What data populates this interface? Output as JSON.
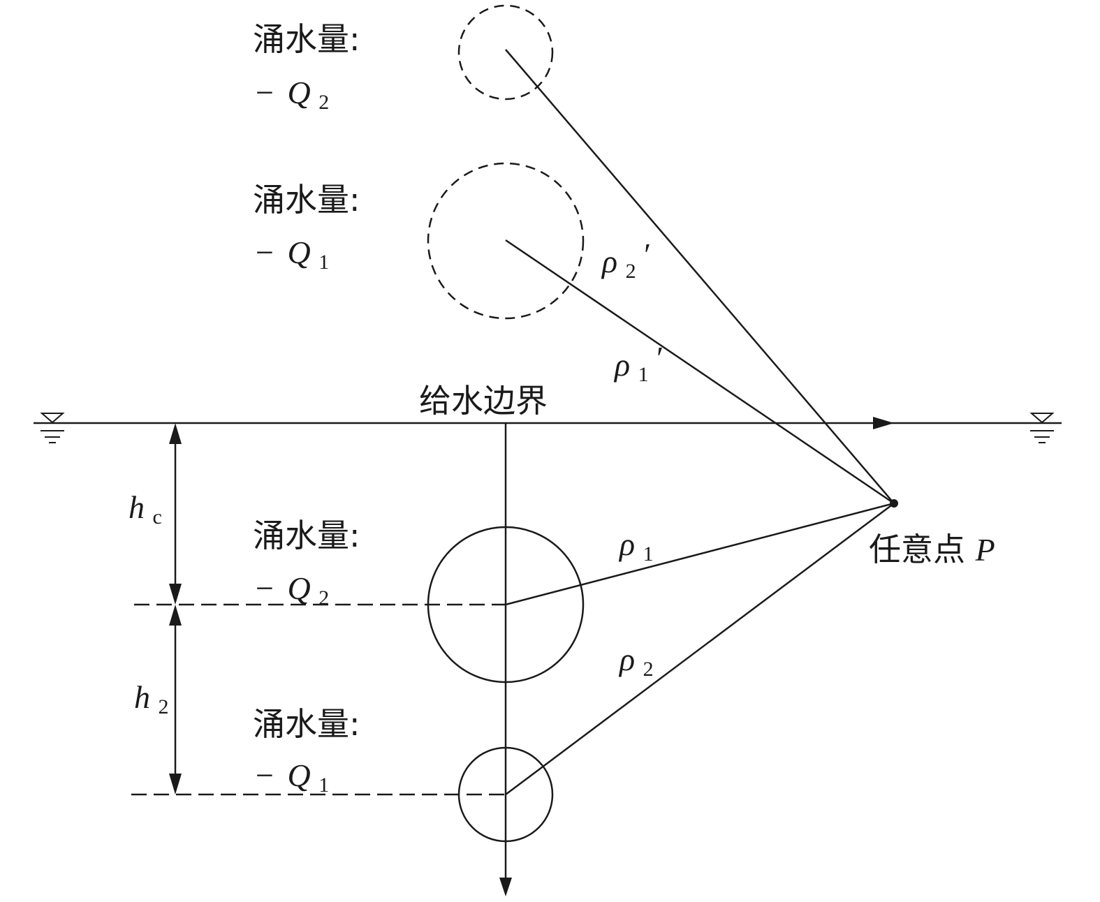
{
  "image_wells": [
    {
      "flow_label": "涌水量:",
      "sign": "−",
      "symbol": "Q",
      "subscript": "2"
    },
    {
      "flow_label": "涌水量:",
      "sign": "−",
      "symbol": "Q",
      "subscript": "1"
    }
  ],
  "real_wells": [
    {
      "flow_label": "涌水量:",
      "sign": "−",
      "symbol": "Q",
      "subscript": "2"
    },
    {
      "flow_label": "涌水量:",
      "sign": "−",
      "symbol": "Q",
      "subscript": "1"
    }
  ],
  "boundary_label": "给水边界",
  "point_label": {
    "text": "任意点 ",
    "symbol": "P"
  },
  "distances": {
    "rho2_prime": {
      "symbol": "ρ",
      "subscript": "2",
      "prime": "′"
    },
    "rho1_prime": {
      "symbol": "ρ",
      "subscript": "1",
      "prime": "′"
    },
    "rho1": {
      "symbol": "ρ",
      "subscript": "1"
    },
    "rho2": {
      "symbol": "ρ",
      "subscript": "2"
    }
  },
  "dimensions": {
    "hc": {
      "symbol": "h",
      "subscript": "c"
    },
    "h2": {
      "symbol": "h",
      "subscript": "2"
    }
  },
  "colors": {
    "line": "#1a1a1a",
    "text": "#1a1a1a"
  }
}
